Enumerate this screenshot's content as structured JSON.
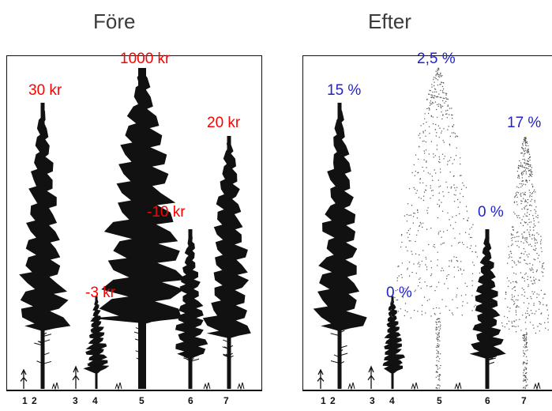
{
  "titles": {
    "before": "Före",
    "after": "Efter"
  },
  "before_labels": {
    "t2": "30 kr",
    "t5": "1000 kr",
    "t7": "20 kr",
    "t6": "-10 kr",
    "t4": "-3 kr"
  },
  "after_labels": {
    "t2": "15 %",
    "t5": "2,5 %",
    "t7": "17 %",
    "t6": "0 %",
    "t4": "0 %"
  },
  "tree_numbers": [
    "1",
    "2",
    "3",
    "4",
    "5",
    "6",
    "7"
  ],
  "colors": {
    "value_label": "#ff0000",
    "percent_label": "#2222cc",
    "tree": "#111111"
  }
}
